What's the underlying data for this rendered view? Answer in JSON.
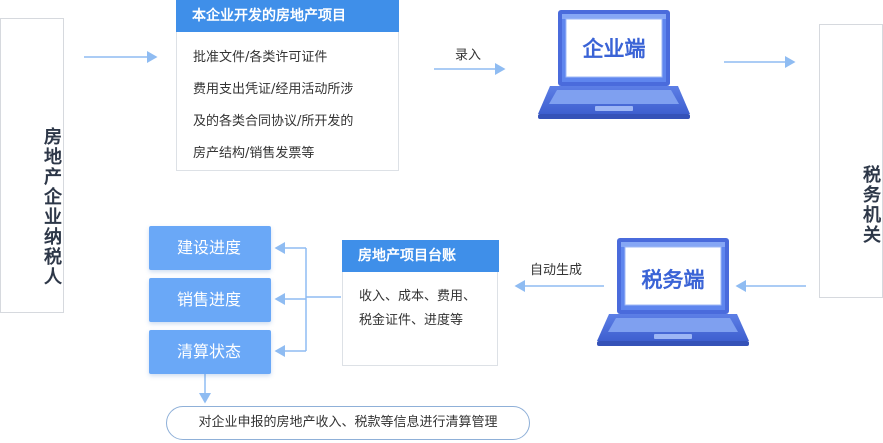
{
  "taxpayer_label": "房地产企业纳税人",
  "tax_authority_label": "税务机关",
  "project_card": {
    "title": "本企业开发的房地产项目",
    "lines": [
      "批准文件/各类许可证件",
      "费用支出凭证/经用活动所涉",
      "及的各类合同协议/所开发的",
      "房产结构/销售发票等"
    ]
  },
  "enterprise_terminal": "企业端",
  "tax_terminal": "税务端",
  "arrow_labels": {
    "input": "录入",
    "auto_generate": "自动生成"
  },
  "ledger_card": {
    "title": "房地产项目台账",
    "lines": [
      "收入、成本、费用、",
      "税金证件、进度等"
    ]
  },
  "progress_items": [
    "建设进度",
    "销售进度",
    "清算状态"
  ],
  "bottom_note": "对企业申报的房地产收入、税款等信息进行清算管理",
  "colors": {
    "accent": "#3f8fe9",
    "button": "#6aa8f7",
    "arrow": "#8fbcf2",
    "laptop_screen": "#6b8ff0"
  }
}
